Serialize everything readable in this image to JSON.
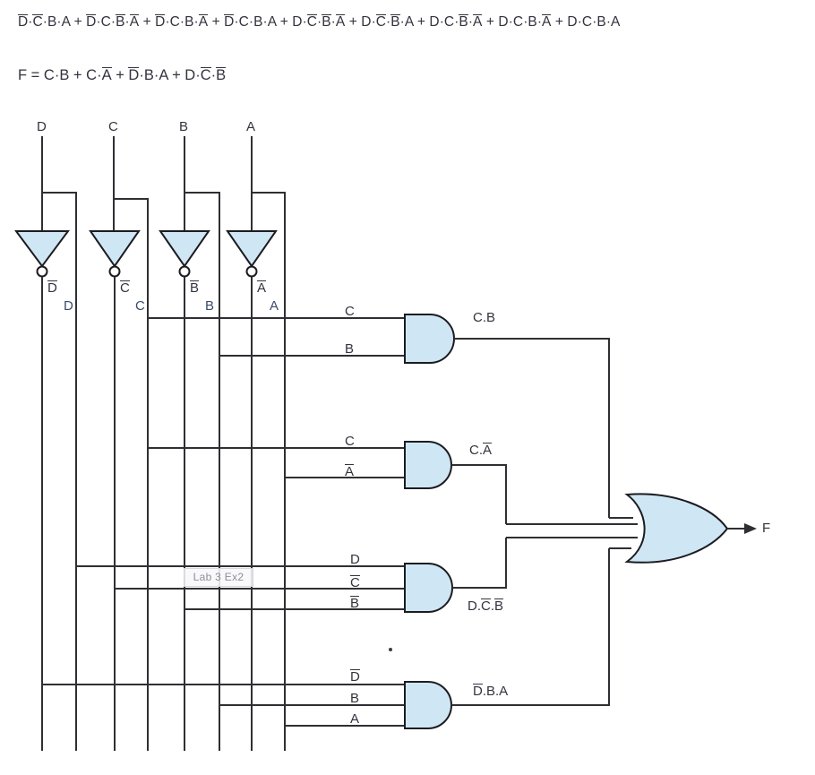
{
  "equations": {
    "sop_expression": "D̅·C̅·B·A + D̅·C·B̅·A̅ + D̅·C·B·A̅ + D̅·C·B·A + D·C̅·B̅·A̅ + D·C̅·B̅·A + D·C·B̅·A̅ + D·C·B·A̅ + D·C·B·A",
    "sop_terms": [
      {
        "D": "D̅",
        "C": "C̅",
        "B": "B",
        "A": "A"
      },
      {
        "D": "D̅",
        "C": "C",
        "B": "B̅",
        "A": "A̅"
      },
      {
        "D": "D̅",
        "C": "C",
        "B": "B",
        "A": "A̅"
      },
      {
        "D": "D̅",
        "C": "C",
        "B": "B",
        "A": "A"
      },
      {
        "D": "D",
        "C": "C̅",
        "B": "B̅",
        "A": "A̅"
      },
      {
        "D": "D",
        "C": "C̅",
        "B": "B̅",
        "A": "A"
      },
      {
        "D": "D",
        "C": "C",
        "B": "B̅",
        "A": "A̅"
      },
      {
        "D": "D",
        "C": "C",
        "B": "B",
        "A": "A̅"
      },
      {
        "D": "D",
        "C": "C",
        "B": "B",
        "A": "A"
      }
    ],
    "minimized_label": "F =",
    "minimized_expression": "F = C·B + C·A̅ + D̅·B·A + D·C̅·B̅",
    "minimized_terms": [
      "C·B",
      "C·A̅",
      "D̅·B·A",
      "D·C̅·B̅"
    ],
    "plus": "+"
  },
  "circuit": {
    "inputs": [
      {
        "name": "D",
        "label": "D",
        "inverted_label": "D̅",
        "buffer_label": "D"
      },
      {
        "name": "C",
        "label": "C",
        "inverted_label": "C̅",
        "buffer_label": "C"
      },
      {
        "name": "B",
        "label": "B",
        "inverted_label": "B̅",
        "buffer_label": "B"
      },
      {
        "name": "A",
        "label": "A",
        "inverted_label": "A̅",
        "buffer_label": "A"
      }
    ],
    "and_gates": [
      {
        "id": "and-cb",
        "output_label": "C.B",
        "input_labels": [
          "C",
          "B"
        ]
      },
      {
        "id": "and-c-nota",
        "output_label": "C.A̅",
        "input_labels": [
          "C",
          "A̅"
        ]
      },
      {
        "id": "and-d-notc-notb",
        "output_label": "D.C̅.B̅",
        "input_labels": [
          "D",
          "C̅",
          "B̅"
        ]
      },
      {
        "id": "and-notd-b-a",
        "output_label": "D̅.B.A",
        "input_labels": [
          "D̅",
          "B",
          "A"
        ]
      }
    ],
    "or_gate": {
      "id": "or-output",
      "output_label": "F",
      "input_count": 4
    },
    "watermark": "Lab 3 Ex2",
    "colors": {
      "gate_fill": "#cfe7f5",
      "wire": "#2f2f33",
      "text": "#33333f",
      "label_blue": "#3b4a6b"
    }
  }
}
